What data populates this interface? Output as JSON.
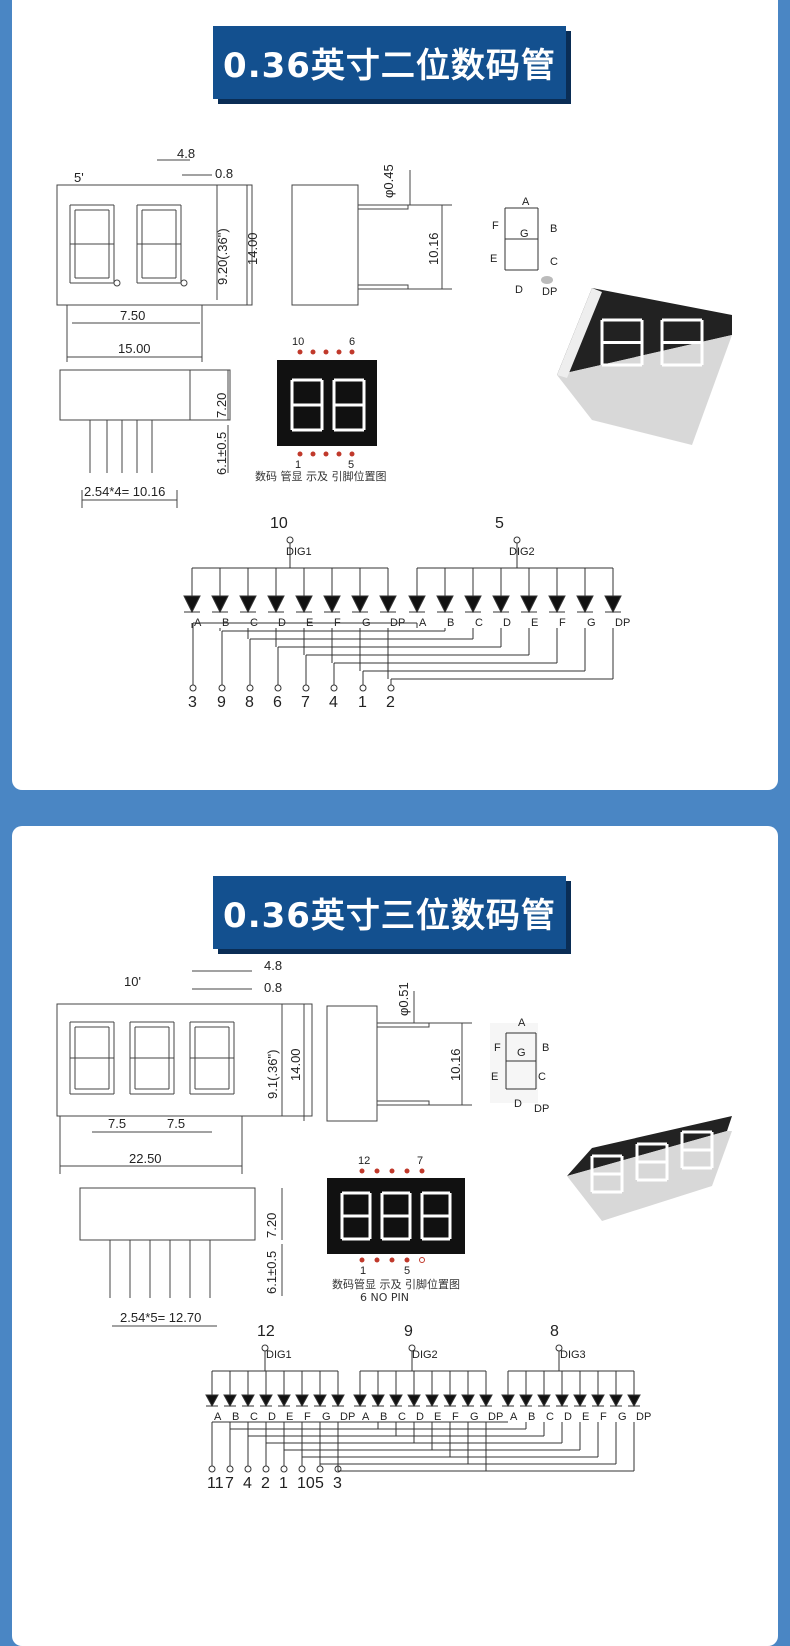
{
  "section1": {
    "title": "0.36英寸二位数码管",
    "front": {
      "angle": "5'",
      "seg_width": "4.8",
      "seg_stroke": "0.8",
      "height_in": "9.20(.36\")",
      "height": "14.00",
      "pitch": "7.50",
      "width": "15.00"
    },
    "side": {
      "pin_dia": "φ0.45",
      "pin_span": "10.16"
    },
    "segment_labels": [
      "A",
      "B",
      "C",
      "D",
      "E",
      "F",
      "G",
      "DP"
    ],
    "bottom": {
      "body_h": "7.20",
      "pin_len": "6.1±0.5",
      "pin_row": "2.54*4= 10.16"
    },
    "pinmap": {
      "top_left": "10",
      "top_right": "6",
      "bottom_left": "1",
      "bottom_right": "5",
      "caption": "数码 管显 示及 引脚位置图"
    },
    "circuit": {
      "digits": [
        {
          "pin": "10",
          "name": "DIG1"
        },
        {
          "pin": "5",
          "name": "DIG2"
        }
      ],
      "bottom_pins": [
        "3",
        "9",
        "8",
        "6",
        "7",
        "4",
        "1",
        "2"
      ]
    }
  },
  "section2": {
    "title": "0.36英寸三位数码管",
    "front": {
      "angle": "10'",
      "seg_width": "4.8",
      "seg_stroke": "0.8",
      "height_in": "9.1(.36\")",
      "height": "14.00",
      "pitch1": "7.5",
      "pitch2": "7.5",
      "width": "22.50"
    },
    "side": {
      "pin_dia": "φ0.51",
      "pin_span": "10.16"
    },
    "segment_labels": [
      "A",
      "B",
      "C",
      "D",
      "E",
      "F",
      "G",
      "DP"
    ],
    "bottom": {
      "body_h": "7.20",
      "pin_len": "6.1±0.5",
      "pin_row": "2.54*5= 12.70"
    },
    "pinmap": {
      "top_left": "12",
      "top_right": "7",
      "bottom_left": "1",
      "bottom_right": "5",
      "caption": "数码管显 示及 引脚位置图",
      "note": "6 NO PIN"
    },
    "circuit": {
      "digits": [
        {
          "pin": "12",
          "name": "DIG1"
        },
        {
          "pin": "9",
          "name": "DIG2"
        },
        {
          "pin": "8",
          "name": "DIG3"
        }
      ],
      "bottom_pins": [
        "11",
        "7",
        "4",
        "2",
        "1",
        "10",
        "5",
        "3"
      ]
    }
  },
  "colors": {
    "background": "#4a86c4",
    "banner": "#13508f",
    "segment_on": "#ffffff",
    "display_body": "#1a1a1a",
    "pin_dot": "#c0392b"
  }
}
